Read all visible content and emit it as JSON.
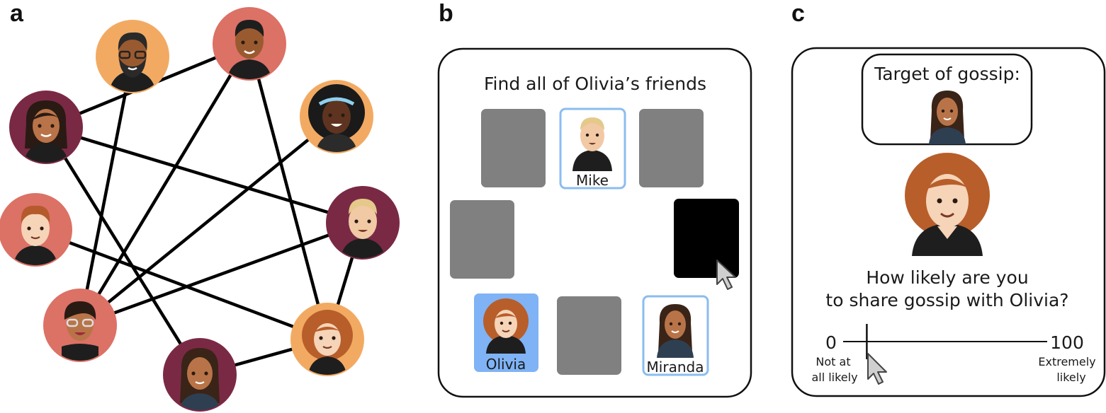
{
  "panels": {
    "a": "a",
    "b": "b",
    "c": "c"
  },
  "panel_b": {
    "prompt": "Find all of Olivia’s friends",
    "cards": {
      "mike": "Mike",
      "olivia": "Olivia",
      "miranda": "Miranda"
    }
  },
  "panel_c": {
    "target_title": "Target of gossip:",
    "question_line1": "How likely are you",
    "question_line2": "to share gossip with Olivia?",
    "scale_min": "0",
    "scale_max": "100",
    "min_desc_line1": "Not at",
    "min_desc_line2": "all likely",
    "max_desc_line1": "Extremely",
    "max_desc_line2": "likely",
    "slider_value": 5
  },
  "colors": {
    "card_gray": "#808080",
    "selected_blue": "#7fb3f5",
    "outline_blue": "#8bbcf0",
    "ring_orange": "#f2aa62",
    "ring_coral": "#dc7165",
    "ring_plum": "#7a2945"
  }
}
